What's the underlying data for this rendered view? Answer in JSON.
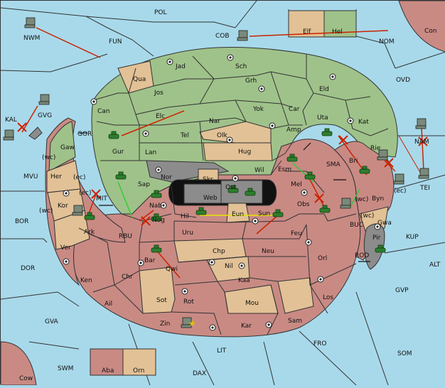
{
  "colors": {
    "sea": "#a8d9ea",
    "green": "#9fc28a",
    "tan": "#e2c196",
    "red": "#c98a84",
    "gray": "#8c8c8c",
    "black": "#111111",
    "order_red": "#cc2200",
    "order_green": "#33cc33",
    "order_yellow": "#e6e600"
  },
  "labels": {
    "POL": "POL",
    "COB": "COB",
    "Elf": "Elf",
    "Hel": "Hel",
    "Con": "Con",
    "NWM": "NWM",
    "FUN": "FUN",
    "NOM": "NOM",
    "OVD": "OVD",
    "KAL": "KAL",
    "GVG": "GVG",
    "GOR": "GOR",
    "Gaw": "Gaw",
    "MVU": "MVU",
    "Her": "Her",
    "wc": "(wc)",
    "ec": "(ec)",
    "MIT": "MIT",
    "Kor": "Kor",
    "BOR": "BOR",
    "Ark": "Ark",
    "RBU": "RBU",
    "Ver": "Ver",
    "DOR": "DOR",
    "Ken": "Ken",
    "Chr": "Chr",
    "Ail": "Ail",
    "GVA": "GVA",
    "Zin": "Zin",
    "Kar": "Kar",
    "Sam": "Sam",
    "LIT": "LIT",
    "FRO": "FRO",
    "SOM": "SOM",
    "SWM": "SWM",
    "DAX": "DAX",
    "Cow": "Cow",
    "Aba": "Aba",
    "Orn": "Orn",
    "Jad": "Jad",
    "Sch": "Sch",
    "Qua": "Qua",
    "Jos": "Jos",
    "Grh": "Grh",
    "Eld": "Eld",
    "Can": "Can",
    "Elc": "Elc",
    "Nar": "Nar",
    "Yok": "Yok",
    "Car": "Car",
    "Uta": "Uta",
    "Kat": "Kat",
    "Tel": "Tel",
    "Olk": "Olk",
    "Amp": "Amp",
    "Gur": "Gur",
    "Lan": "Lan",
    "Hug": "Hug",
    "Rie": "Rie",
    "TEI": "TEI",
    "Bri": "Bri",
    "SMA": "SMA",
    "Esm": "Esm",
    "Wil": "Wil",
    "Nor": "Nor",
    "Skr": "Skr",
    "Ost": "Ost",
    "Web": "Web",
    "Sap": "Sap",
    "Mel": "Mel",
    "Byn": "Byn",
    "Nab": "Nab",
    "Obs": "Obs",
    "BUC": "BUC",
    "Gwa": "Gwa",
    "KUP": "KUP",
    "Hil": "Hil",
    "Eun": "Eun",
    "Sun": "Sun",
    "Nog": "Nog",
    "Uru": "Uru",
    "Feu": "Feu",
    "Pir": "Pir",
    "Chp": "Chp",
    "Neu": "Neu",
    "Orl": "Orl",
    "ROD": "ROD",
    "ALT": "ALT",
    "Bar": "Bar",
    "Qwi": "Qwi",
    "Nil": "Nil",
    "Kaa": "Kaa",
    "GVP": "GVP",
    "Sot": "Sot",
    "Rot": "Rot",
    "Mou": "Mou",
    "Los": "Los"
  },
  "icons": {
    "army": "tank-icon",
    "fleet": "ship-icon",
    "supply_center": "supply-center-icon",
    "failed_order": "red-x-icon",
    "convoy_arrow": "double-arrow-icon",
    "home_star": "star-icon"
  }
}
